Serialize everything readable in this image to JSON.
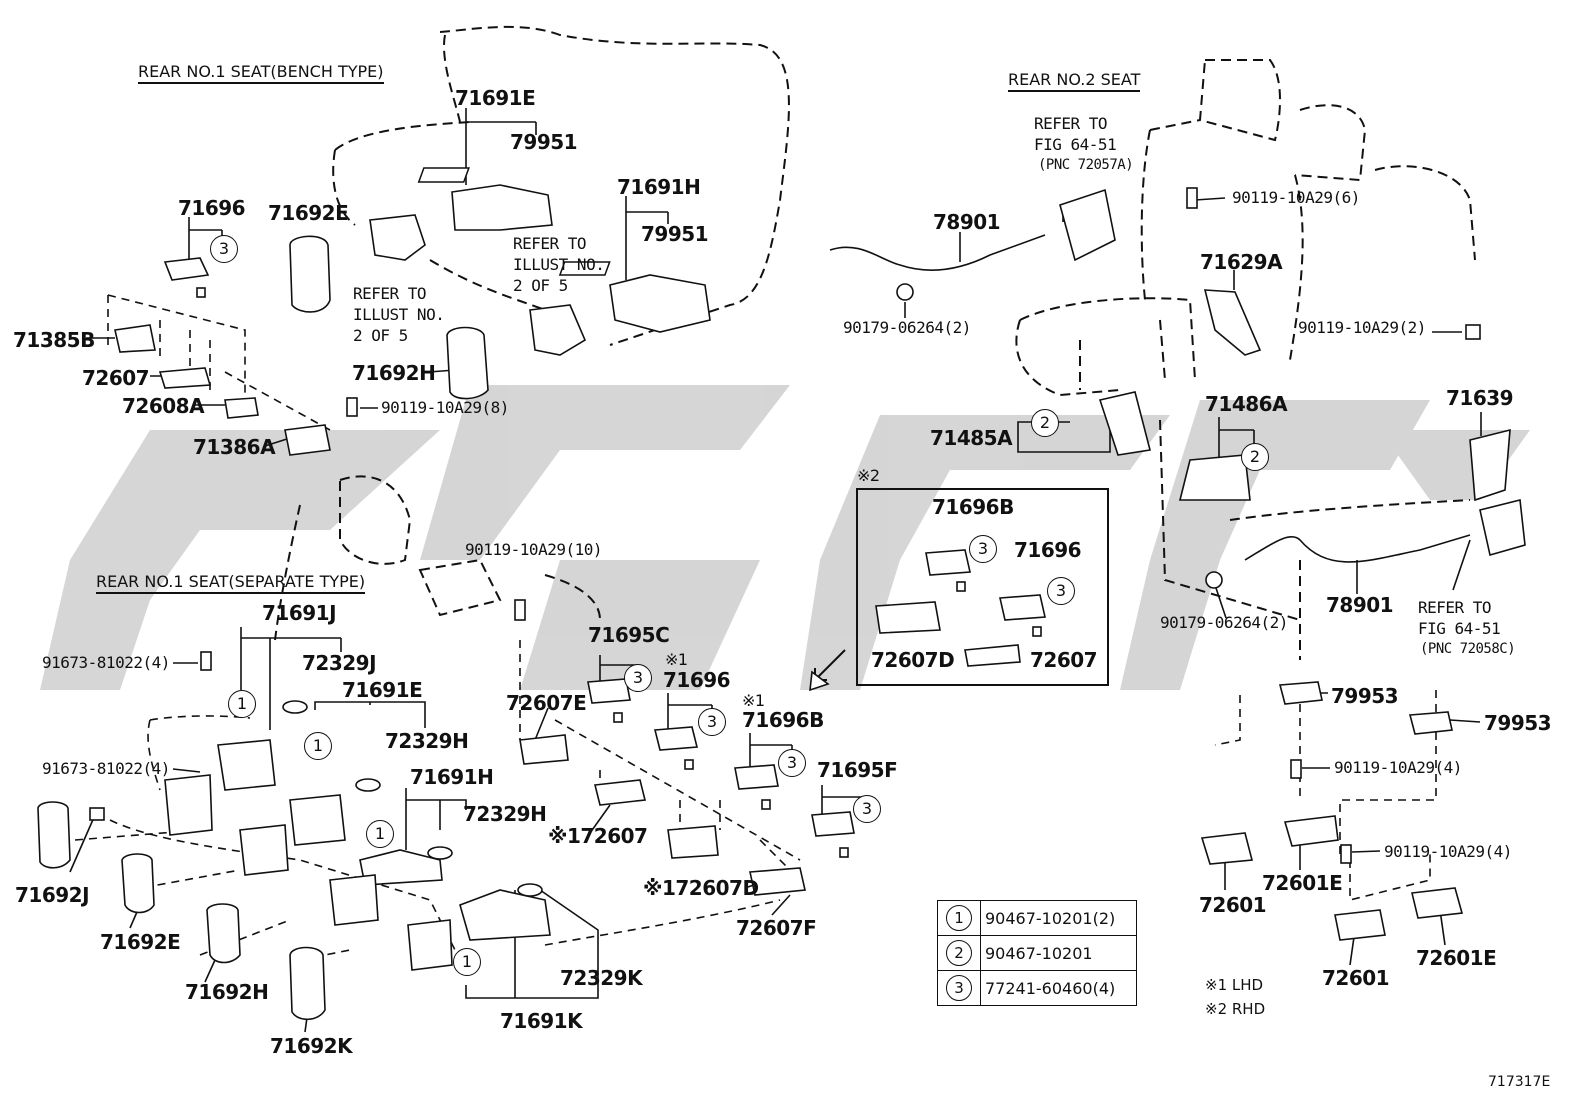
{
  "sections": {
    "bench": "REAR NO.1 SEAT(BENCH TYPE)",
    "separate": "REAR NO.1 SEAT(SEPARATE TYPE)",
    "rear2": "REAR  NO.2 SEAT"
  },
  "refs": {
    "illust_a": [
      "REFER TO",
      "ILLUST NO.",
      "2 OF 5"
    ],
    "illust_b": [
      "REFER TO",
      "ILLUST NO.",
      "2 OF 5"
    ],
    "fig_a": [
      "REFER TO",
      "FIG 64-51",
      "(PNC 72057A)"
    ],
    "fig_b": [
      "REFER TO",
      "FIG 64-51",
      "(PNC 72058C)"
    ]
  },
  "parts": {
    "p71691E_top": "71691E",
    "p79951_a": "79951",
    "p71691H_top": "71691H",
    "p79951_b": "79951",
    "p71696_a": "71696",
    "p71692E_top": "71692E",
    "p71385B": "71385B",
    "p72607_a": "72607",
    "p72608A": "72608A",
    "p71386A": "71386A",
    "p71692H_top": "71692H",
    "p90119_8": "90119-10A29(8)",
    "p90119_10": "90119-10A29(10)",
    "p71691J": "71691J",
    "p72329J": "72329J",
    "p91673_a": "91673-81022(4)",
    "p71691E_b": "71691E",
    "p72329H_a": "72329H",
    "p91673_b": "91673-81022(4)",
    "p71691H_b": "71691H",
    "p72329H_b": "72329H",
    "p71692J": "71692J",
    "p71692E_b": "71692E",
    "p71692H_b": "71692H",
    "p71692K": "71692K",
    "p72329K": "72329K",
    "p71691K": "71691K",
    "p71695C": "71695C",
    "p72607E": "72607E",
    "p71696_b": "71696",
    "p71696B_b": "71696B",
    "p71695F": "71695F",
    "p72607_b": "※172607",
    "p72607D_b": "※172607D",
    "p72607F": "72607F",
    "p78901_a": "78901",
    "p90179_a": "90179-06264(2)",
    "p90119_6": "90119-10A29(6)",
    "p71629A": "71629A",
    "p90119_2": "90119-10A29(2)",
    "p71485A": "71485A",
    "p71486A": "71486A",
    "p71639": "71639",
    "p71696B_box": "71696B",
    "p71696_box": "71696",
    "p72607D_box": "72607D",
    "p72607_box": "72607",
    "p78901_b": "78901",
    "p90179_b": "90179-06264(2)",
    "p79953_a": "79953",
    "p79953_b": "79953",
    "p90119_4a": "90119-10A29(4)",
    "p90119_4b": "90119-10A29(4)",
    "p72601_a": "72601",
    "p72601E_a": "72601E",
    "p72601_b": "72601",
    "p72601E_b": "72601E"
  },
  "marks": {
    "box_mark": "※2",
    "m1_a": "※1",
    "m1_b": "※1"
  },
  "circles": {
    "one": "1",
    "two": "2",
    "three": "3"
  },
  "legend": [
    {
      "num": "1",
      "part": "90467-10201(2)"
    },
    {
      "num": "2",
      "part": "90467-10201"
    },
    {
      "num": "3",
      "part": "77241-60460(4)"
    }
  ],
  "notes": [
    "※1 LHD",
    "※2 RHD"
  ],
  "figure_id": "717317E"
}
